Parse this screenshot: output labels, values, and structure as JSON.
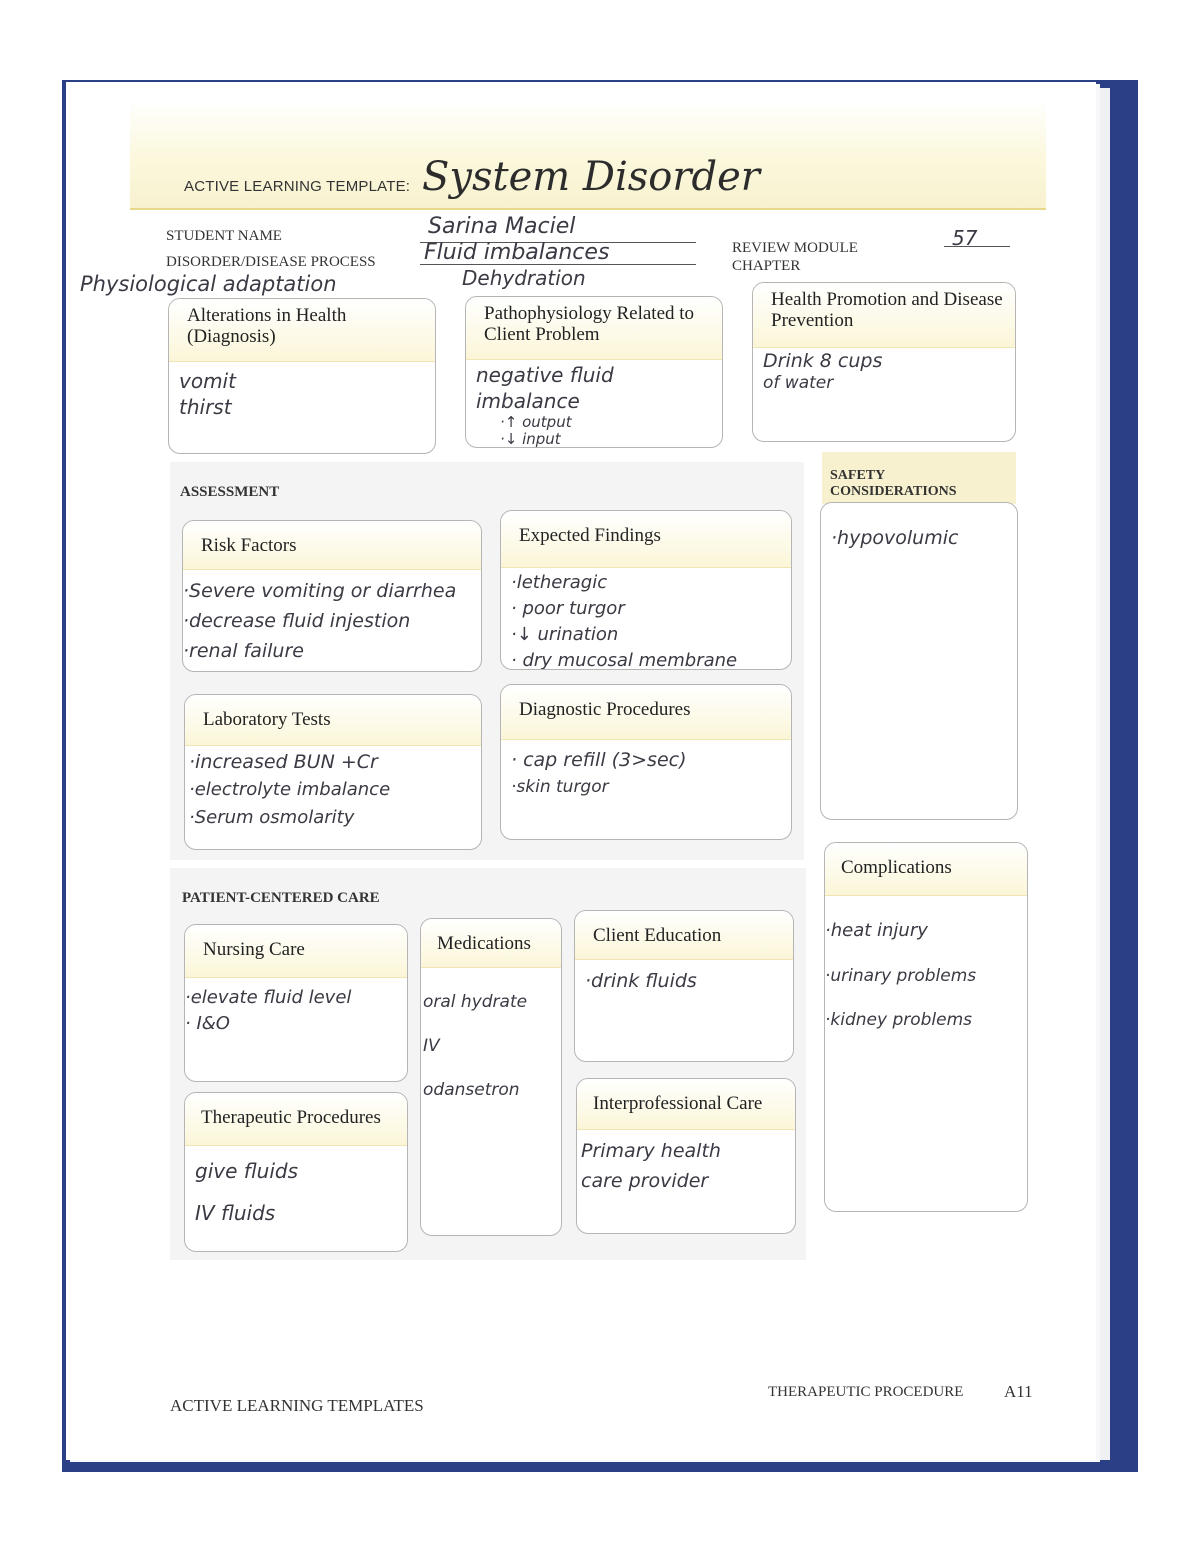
{
  "header": {
    "template_label": "ACTIVE LEARNING TEMPLATE:",
    "title": "System Disorder"
  },
  "form": {
    "student_name_label": "STUDENT NAME",
    "student_name_value": "Sarina Maciel",
    "disorder_label": "DISORDER/DISEASE PROCESS",
    "disorder_value": "Fluid imbalances",
    "disorder_value2": "Dehydration",
    "margin_note": "Physiological adaptation",
    "review_module_label": "REVIEW MODULE",
    "chapter_label": "CHAPTER",
    "chapter_value": "57"
  },
  "top_boxes": {
    "alterations": {
      "title": "Alterations in Health (Diagnosis)",
      "lines": [
        "vomit",
        "thirst"
      ]
    },
    "pathophysiology": {
      "title": "Pathophysiology Related to Client Problem",
      "lines": [
        "negative fluid",
        "imbalance"
      ],
      "sub_lines": [
        "·↑ output",
        "·↓ input"
      ]
    },
    "health_promotion": {
      "title": "Health Promotion and Disease Prevention",
      "lines": [
        "Drink 8 cups",
        "of water"
      ]
    }
  },
  "assessment": {
    "title": "ASSESSMENT",
    "risk_factors": {
      "title": "Risk Factors",
      "lines": [
        "·Severe vomiting or diarrhea",
        "·decrease fluid injestion",
        "·renal failure"
      ]
    },
    "expected_findings": {
      "title": "Expected Findings",
      "lines": [
        "·letheragic",
        "· poor turgor",
        "·↓ urination",
        "· dry mucosal membrane"
      ]
    },
    "laboratory_tests": {
      "title": "Laboratory Tests",
      "lines": [
        "·increased BUN +Cr",
        "·electrolyte imbalance",
        "·Serum osmolarity"
      ]
    },
    "diagnostic_procedures": {
      "title": "Diagnostic Procedures",
      "lines": [
        "· cap refill (3>sec)",
        "·skin turgor"
      ]
    }
  },
  "safety": {
    "title": "SAFETY CONSIDERATIONS",
    "lines": [
      "·hypovolumic"
    ]
  },
  "patient_care": {
    "title": "PATIENT-CENTERED CARE",
    "nursing_care": {
      "title": "Nursing Care",
      "lines": [
        "·elevate fluid level",
        "· I&O"
      ]
    },
    "medications": {
      "title": "Medications",
      "lines": [
        "oral hydrate",
        "IV",
        "odansetron"
      ]
    },
    "client_education": {
      "title": "Client Education",
      "lines": [
        "·drink fluids"
      ]
    },
    "therapeutic_procedures": {
      "title": "Therapeutic Procedures",
      "lines": [
        "give fluids",
        "IV fluids"
      ]
    },
    "interprofessional_care": {
      "title": "Interprofessional Care",
      "lines": [
        "Primary health",
        "care provider"
      ]
    }
  },
  "complications": {
    "title": "Complications",
    "lines": [
      "·heat injury",
      "·urinary problems",
      "·kidney problems"
    ]
  },
  "footer": {
    "left": "ACTIVE LEARNING TEMPLATES",
    "right": "THERAPEUTIC PROCEDURE",
    "page": "A11"
  },
  "colors": {
    "banner_yellow": "#f7f1cf",
    "binder_blue": "#2b3f86",
    "ink": "#3a3a44"
  }
}
